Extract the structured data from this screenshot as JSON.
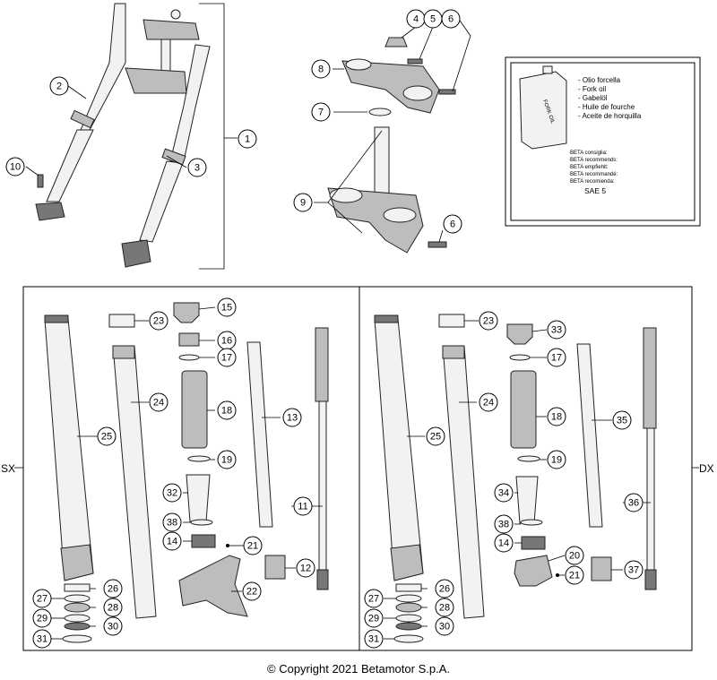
{
  "copyright": "© Copyright 2021 Betamotor S.p.A.",
  "side_labels": {
    "left": "SX",
    "right": "DX"
  },
  "oil_box": {
    "lines": [
      "- Olio forcella",
      "- Fork oil",
      "- Gabelöl",
      "- Huile de fourche",
      "- Aceite de horquilla"
    ],
    "recommend_lines": [
      "BETA consiglia:",
      "BETA recommends:",
      "BETA empfiehlt:",
      "BETA recommandé:",
      "BETA recomienda:"
    ],
    "grade": "SAE 5",
    "can_label": "FORK OIL"
  },
  "callouts": {
    "c1": "1",
    "c2": "2",
    "c3": "3",
    "c4": "4",
    "c5": "5",
    "c6a": "6",
    "c6b": "6",
    "c7": "7",
    "c8": "8",
    "c9": "9",
    "c10": "10",
    "L23": "23",
    "L24": "24",
    "L25": "25",
    "L15": "15",
    "L16": "16",
    "L17": "17",
    "L18": "18",
    "L19": "19",
    "L32": "32",
    "L38": "38",
    "L14": "14",
    "L21": "21",
    "L22": "22",
    "L13": "13",
    "L11": "11",
    "L12": "12",
    "L26": "26",
    "L27": "27",
    "L28": "28",
    "L29": "29",
    "L30": "30",
    "L31": "31",
    "R23": "23",
    "R24": "24",
    "R25": "25",
    "R33": "33",
    "R17a": "17",
    "R18": "18",
    "R19": "19",
    "R34": "34",
    "R38": "38",
    "R14": "14",
    "R20": "20",
    "R21": "21",
    "R35": "35",
    "R36": "36",
    "R37": "37",
    "R26": "26",
    "R27": "27",
    "R28": "28",
    "R29": "29",
    "R30": "30",
    "R31": "31"
  }
}
